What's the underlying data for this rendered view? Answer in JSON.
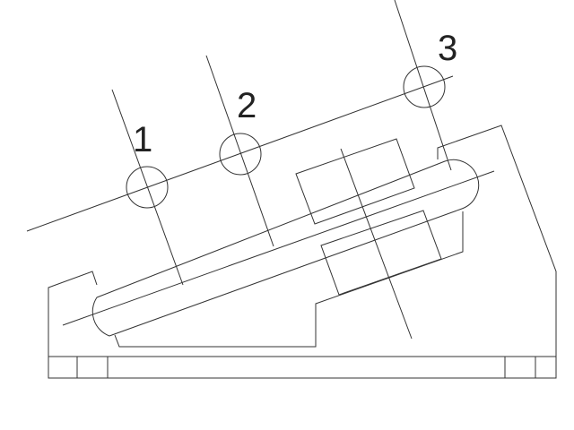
{
  "labels": {
    "p1": "1",
    "p2": "2",
    "p3": "3"
  },
  "colors": {
    "line": "#333333",
    "background": "#ffffff"
  }
}
